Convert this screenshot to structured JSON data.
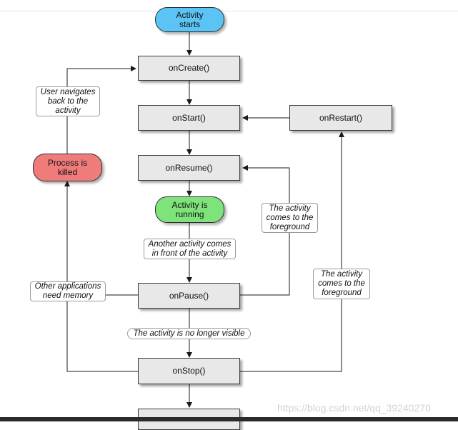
{
  "colors": {
    "start_pill": "#5bc4f5",
    "running_pill": "#7de37a",
    "killed_pill": "#ef7b7b",
    "box_fill": "#e8e8e8",
    "line": "#1a1a1a"
  },
  "nodes": {
    "activity_starts": "Activity\nstarts",
    "on_create": "onCreate()",
    "on_start": "onStart()",
    "on_restart": "onRestart()",
    "on_resume": "onResume()",
    "process_killed": "Process is\nkilled",
    "activity_running": "Activity is\nrunning",
    "on_pause": "onPause()",
    "on_stop": "onStop()"
  },
  "labels": {
    "user_navigates": "User navigates\nback to the\nactivity",
    "foreground_1": "The activity\ncomes to the\nforeground",
    "another_activity": "Another activity comes\nin front of the activity",
    "other_apps": "Other applications\nneed memory",
    "foreground_2": "The activity\ncomes to the\nforeground",
    "no_longer_visible": "The activity is no longer visible"
  },
  "watermark": "https://blog.csdn.net/qq_39240270"
}
